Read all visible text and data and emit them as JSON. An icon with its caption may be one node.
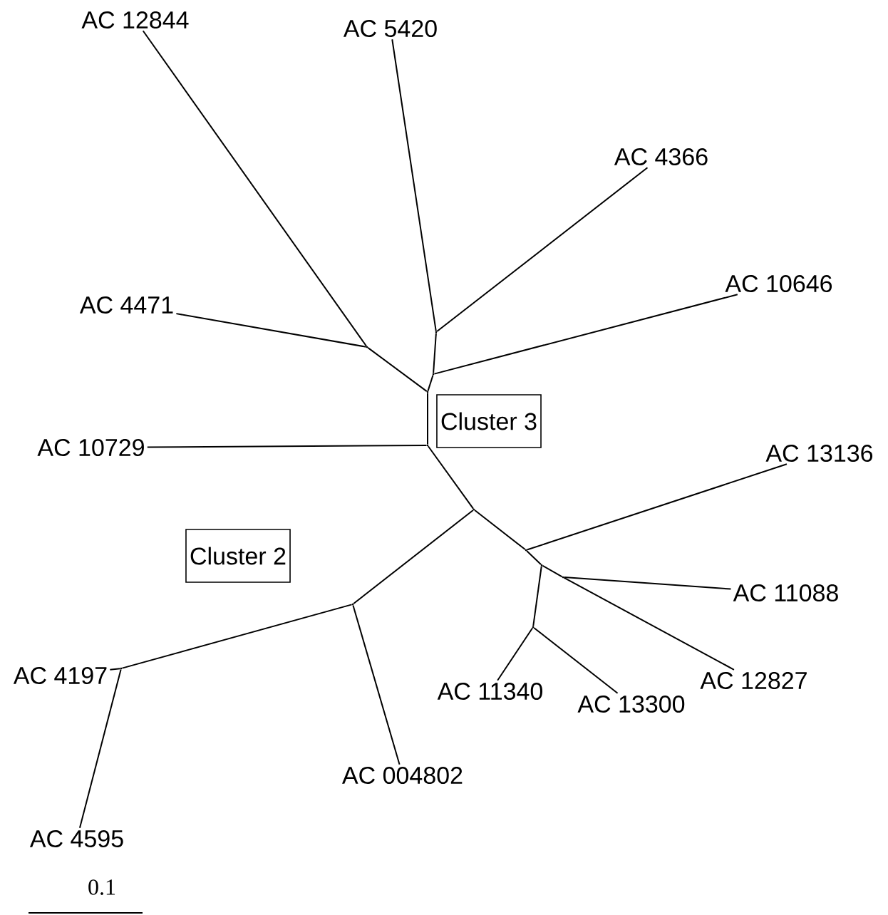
{
  "diagram": {
    "nodes": [
      {
        "text": [
          "AC 12844"
        ]
      },
      {
        "text": [
          "AC 5420"
        ]
      },
      {
        "text": [
          "AC 4366"
        ]
      },
      {
        "text": [
          "AC 10646"
        ]
      },
      {
        "text": [
          "AC 4471"
        ]
      },
      {
        "text": [
          "Cluster 3"
        ]
      },
      {
        "text": [
          "AC 10729"
        ]
      },
      {
        "text": [
          "AC 13136"
        ]
      },
      {
        "text": [
          "Cluster 2"
        ]
      },
      {
        "text": [
          "AC 11088"
        ]
      },
      {
        "text": [
          "AC 4197"
        ]
      },
      {
        "text": [
          "AC 12827"
        ]
      },
      {
        "text": [
          "AC 11340"
        ]
      },
      {
        "text": [
          "AC 13300"
        ]
      },
      {
        "text": [
          "AC 004802"
        ]
      },
      {
        "text": [
          "AC 4595"
        ]
      },
      {
        "text": [],
        "shape": "point"
      },
      {
        "text": [],
        "shape": "point"
      },
      {
        "text": [],
        "shape": "point"
      },
      {
        "text": [],
        "shape": "point"
      },
      {
        "text": [],
        "shape": "point"
      },
      {
        "text": [],
        "shape": "point"
      },
      {
        "text": [],
        "shape": "point"
      },
      {
        "text": [],
        "shape": "point"
      },
      {
        "text": [],
        "shape": "point"
      },
      {
        "text": [],
        "shape": "point"
      },
      {
        "text": [],
        "shape": "point"
      },
      {
        "text": [],
        "shape": "point"
      }
    ],
    "edges": [
      {
        "from": 16,
        "to": 0,
        "arrow": "none"
      },
      {
        "from": 16,
        "to": 4,
        "arrow": "none"
      },
      {
        "from": 17,
        "to": 1,
        "arrow": "none"
      },
      {
        "from": 17,
        "to": 2,
        "arrow": "none"
      },
      {
        "from": 18,
        "to": 3,
        "arrow": "none"
      },
      {
        "from": 18,
        "to": 17,
        "arrow": "none"
      },
      {
        "from": 19,
        "to": 16,
        "arrow": "none"
      },
      {
        "from": 19,
        "to": 18,
        "arrow": "none"
      },
      {
        "from": 20,
        "to": 19,
        "arrow": "none"
      },
      {
        "from": 20,
        "to": 6,
        "arrow": "none"
      },
      {
        "from": 20,
        "to": 21,
        "arrow": "none"
      },
      {
        "from": 21,
        "to": 25,
        "arrow": "none"
      },
      {
        "from": 21,
        "to": 22,
        "arrow": "none"
      },
      {
        "from": 22,
        "to": 7,
        "arrow": "none"
      },
      {
        "from": 22,
        "to": 23,
        "arrow": "none"
      },
      {
        "from": 23,
        "to": 24,
        "arrow": "none"
      },
      {
        "from": 23,
        "to": 26,
        "arrow": "none"
      },
      {
        "from": 24,
        "to": 9,
        "arrow": "none"
      },
      {
        "from": 24,
        "to": 11,
        "arrow": "none"
      },
      {
        "from": 26,
        "to": 12,
        "arrow": "none"
      },
      {
        "from": 26,
        "to": 13,
        "arrow": "none"
      },
      {
        "from": 25,
        "to": 27,
        "arrow": "none"
      },
      {
        "from": 27,
        "to": 10,
        "arrow": "none"
      },
      {
        "from": 27,
        "to": 15,
        "arrow": "none"
      },
      {
        "from": 25,
        "to": 14,
        "arrow": "none"
      }
    ],
    "labels": [
      "0.1"
    ]
  }
}
